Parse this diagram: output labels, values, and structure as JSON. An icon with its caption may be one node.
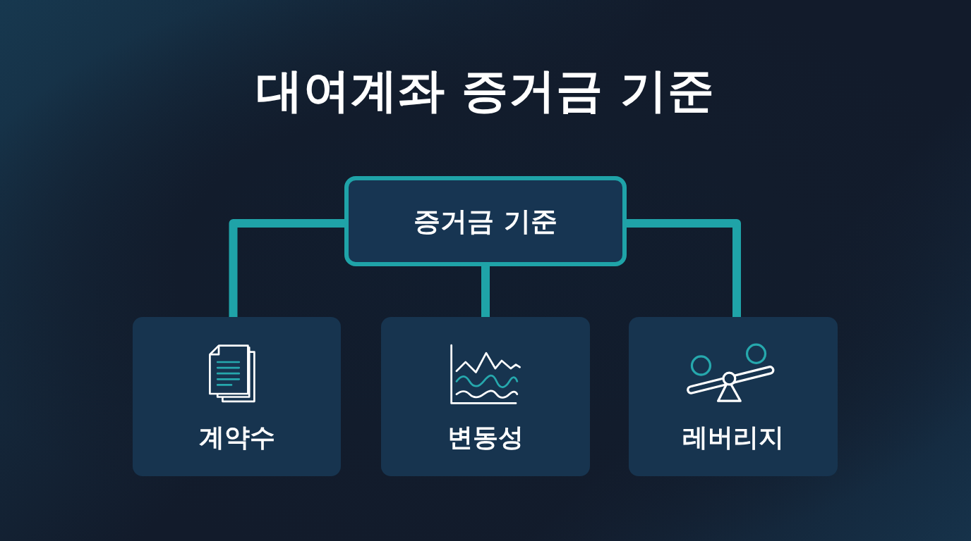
{
  "diagram": {
    "title": "대여계좌 증거금 기준",
    "nodes": [
      {
        "text": [
          "증거금 기준"
        ]
      },
      {
        "text": [
          "계약수"
        ]
      },
      {
        "text": [
          "변동성"
        ]
      },
      {
        "text": [
          "레버리지"
        ]
      }
    ],
    "edges": [
      {
        "from": 0,
        "to": 1,
        "arrow": "none"
      },
      {
        "from": 0,
        "to": 2,
        "arrow": "none"
      },
      {
        "from": 0,
        "to": 3,
        "arrow": "none"
      }
    ]
  }
}
